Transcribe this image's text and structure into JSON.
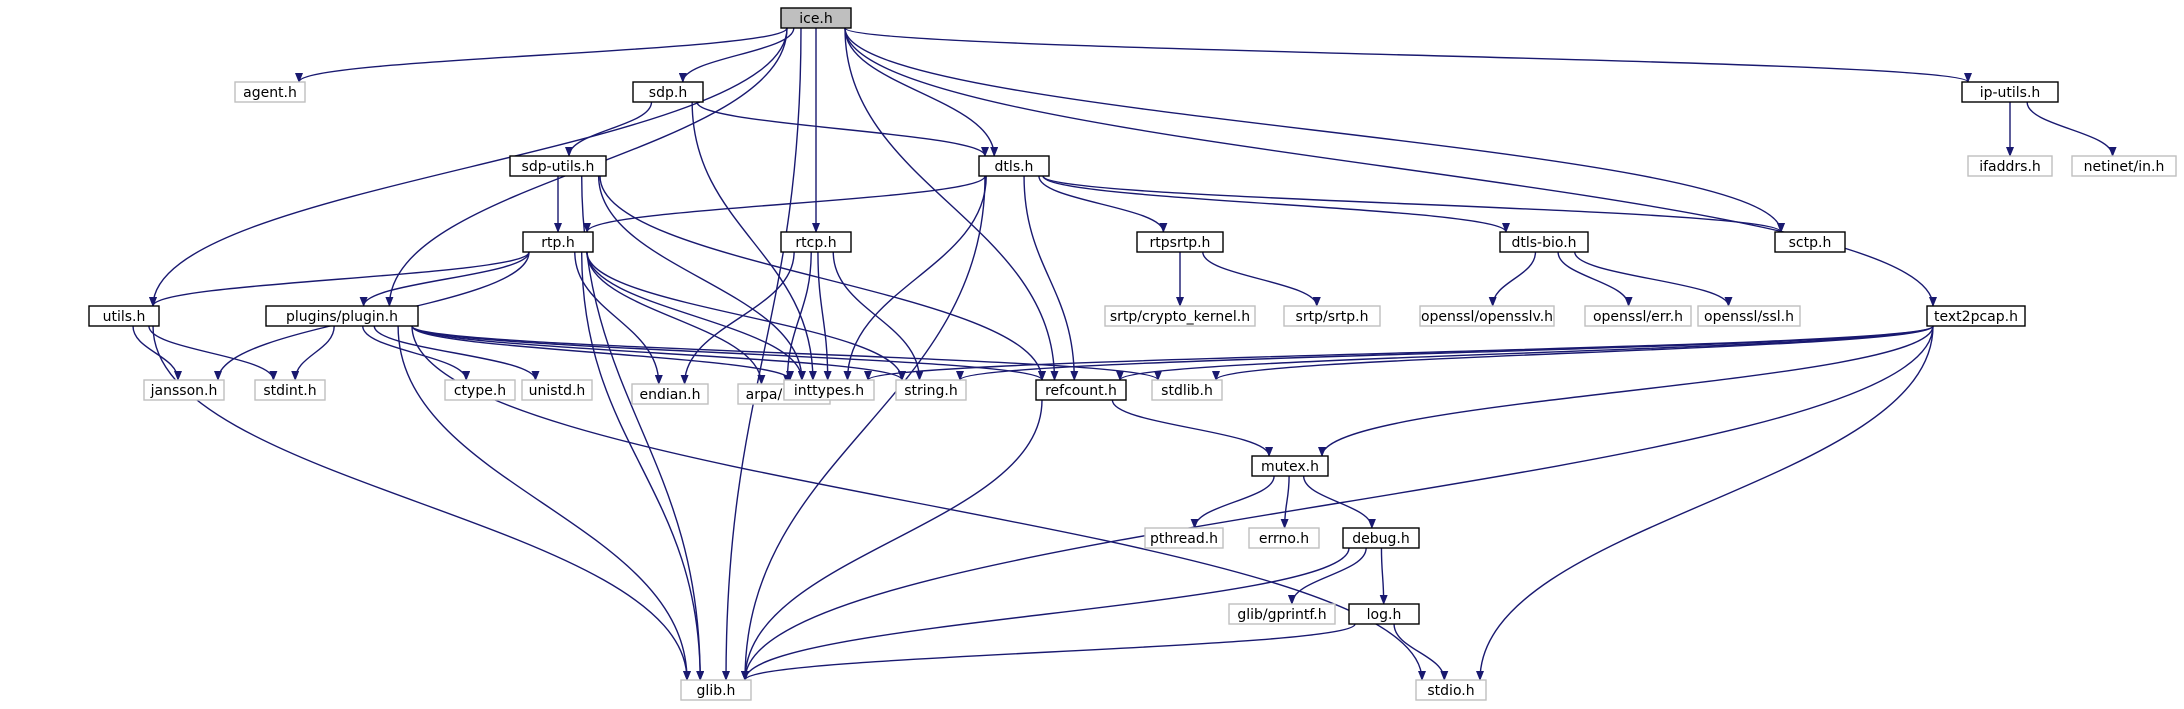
{
  "graph": {
    "colors": {
      "edge": "#191970",
      "root_fill": "#bfbfbf",
      "documented_border": "#000000",
      "undocumented_border": "#bfbfbf",
      "background": "#ffffff"
    },
    "nodes": [
      {
        "id": "ice",
        "label": "ice.h",
        "style": "root"
      },
      {
        "id": "agent",
        "label": "agent.h",
        "style": "undocumented"
      },
      {
        "id": "sdp",
        "label": "sdp.h",
        "style": "documented"
      },
      {
        "id": "ip-utils",
        "label": "ip-utils.h",
        "style": "documented"
      },
      {
        "id": "ifaddrs",
        "label": "ifaddrs.h",
        "style": "undocumented"
      },
      {
        "id": "netinet-in",
        "label": "netinet/in.h",
        "style": "undocumented"
      },
      {
        "id": "sdp-utils",
        "label": "sdp-utils.h",
        "style": "documented"
      },
      {
        "id": "dtls",
        "label": "dtls.h",
        "style": "documented"
      },
      {
        "id": "rtp",
        "label": "rtp.h",
        "style": "documented"
      },
      {
        "id": "rtcp",
        "label": "rtcp.h",
        "style": "documented"
      },
      {
        "id": "rtpsrtp",
        "label": "rtpsrtp.h",
        "style": "documented"
      },
      {
        "id": "dtls-bio",
        "label": "dtls-bio.h",
        "style": "documented"
      },
      {
        "id": "sctp",
        "label": "sctp.h",
        "style": "documented"
      },
      {
        "id": "utils",
        "label": "utils.h",
        "style": "documented"
      },
      {
        "id": "plugin",
        "label": "plugins/plugin.h",
        "style": "documented"
      },
      {
        "id": "srtp-crypto",
        "label": "srtp/crypto_kernel.h",
        "style": "undocumented"
      },
      {
        "id": "srtp-srtp",
        "label": "srtp/srtp.h",
        "style": "undocumented"
      },
      {
        "id": "opensslv",
        "label": "openssl/opensslv.h",
        "style": "undocumented"
      },
      {
        "id": "openssl-err",
        "label": "openssl/err.h",
        "style": "undocumented"
      },
      {
        "id": "openssl-ssl",
        "label": "openssl/ssl.h",
        "style": "undocumented"
      },
      {
        "id": "text2pcap",
        "label": "text2pcap.h",
        "style": "documented"
      },
      {
        "id": "endian",
        "label": "endian.h",
        "style": "undocumented"
      },
      {
        "id": "arpa-inet",
        "label": "arpa/inet.h",
        "style": "undocumented"
      },
      {
        "id": "jansson",
        "label": "jansson.h",
        "style": "undocumented"
      },
      {
        "id": "stdint",
        "label": "stdint.h",
        "style": "undocumented"
      },
      {
        "id": "ctype",
        "label": "ctype.h",
        "style": "undocumented"
      },
      {
        "id": "unistd",
        "label": "unistd.h",
        "style": "undocumented"
      },
      {
        "id": "inttypes",
        "label": "inttypes.h",
        "style": "undocumented"
      },
      {
        "id": "string",
        "label": "string.h",
        "style": "undocumented"
      },
      {
        "id": "refcount",
        "label": "refcount.h",
        "style": "documented"
      },
      {
        "id": "stdlib",
        "label": "stdlib.h",
        "style": "undocumented"
      },
      {
        "id": "mutex",
        "label": "mutex.h",
        "style": "documented"
      },
      {
        "id": "pthread",
        "label": "pthread.h",
        "style": "undocumented"
      },
      {
        "id": "errno",
        "label": "errno.h",
        "style": "undocumented"
      },
      {
        "id": "debug",
        "label": "debug.h",
        "style": "documented"
      },
      {
        "id": "gprintf",
        "label": "glib/gprintf.h",
        "style": "undocumented"
      },
      {
        "id": "log",
        "label": "log.h",
        "style": "documented"
      },
      {
        "id": "glib",
        "label": "glib.h",
        "style": "undocumented"
      },
      {
        "id": "stdio",
        "label": "stdio.h",
        "style": "undocumented"
      }
    ],
    "edges": [
      [
        "ice",
        "agent"
      ],
      [
        "ice",
        "sdp"
      ],
      [
        "ice",
        "ip-utils"
      ],
      [
        "ice",
        "dtls"
      ],
      [
        "ice",
        "rtcp"
      ],
      [
        "ice",
        "sctp"
      ],
      [
        "ice",
        "utils"
      ],
      [
        "ice",
        "plugin"
      ],
      [
        "ice",
        "text2pcap"
      ],
      [
        "ice",
        "refcount"
      ],
      [
        "ice",
        "glib"
      ],
      [
        "ip-utils",
        "ifaddrs"
      ],
      [
        "ip-utils",
        "netinet-in"
      ],
      [
        "sdp",
        "sdp-utils"
      ],
      [
        "sdp",
        "dtls"
      ],
      [
        "sdp",
        "inttypes"
      ],
      [
        "sdp-utils",
        "rtp"
      ],
      [
        "sdp-utils",
        "refcount"
      ],
      [
        "sdp-utils",
        "glib"
      ],
      [
        "sdp-utils",
        "inttypes"
      ],
      [
        "dtls",
        "rtp"
      ],
      [
        "dtls",
        "rtpsrtp"
      ],
      [
        "dtls",
        "dtls-bio"
      ],
      [
        "dtls",
        "sctp"
      ],
      [
        "dtls",
        "inttypes"
      ],
      [
        "dtls",
        "glib"
      ],
      [
        "dtls",
        "refcount"
      ],
      [
        "rtpsrtp",
        "srtp-crypto"
      ],
      [
        "rtpsrtp",
        "srtp-srtp"
      ],
      [
        "dtls-bio",
        "opensslv"
      ],
      [
        "dtls-bio",
        "openssl-err"
      ],
      [
        "dtls-bio",
        "openssl-ssl"
      ],
      [
        "rtp",
        "utils"
      ],
      [
        "rtp",
        "plugin"
      ],
      [
        "rtp",
        "endian"
      ],
      [
        "rtp",
        "arpa-inet"
      ],
      [
        "rtp",
        "jansson"
      ],
      [
        "rtp",
        "inttypes"
      ],
      [
        "rtp",
        "string"
      ],
      [
        "rtp",
        "glib"
      ],
      [
        "rtcp",
        "endian"
      ],
      [
        "rtcp",
        "arpa-inet"
      ],
      [
        "rtcp",
        "inttypes"
      ],
      [
        "rtcp",
        "string"
      ],
      [
        "utils",
        "jansson"
      ],
      [
        "utils",
        "stdint"
      ],
      [
        "utils",
        "glib"
      ],
      [
        "plugin",
        "stdint"
      ],
      [
        "plugin",
        "ctype"
      ],
      [
        "plugin",
        "unistd"
      ],
      [
        "plugin",
        "inttypes"
      ],
      [
        "plugin",
        "string"
      ],
      [
        "plugin",
        "refcount"
      ],
      [
        "plugin",
        "stdlib"
      ],
      [
        "plugin",
        "stdio"
      ],
      [
        "plugin",
        "glib"
      ],
      [
        "text2pcap",
        "inttypes"
      ],
      [
        "text2pcap",
        "string"
      ],
      [
        "text2pcap",
        "refcount"
      ],
      [
        "text2pcap",
        "stdlib"
      ],
      [
        "text2pcap",
        "mutex"
      ],
      [
        "text2pcap",
        "stdio"
      ],
      [
        "text2pcap",
        "glib"
      ],
      [
        "refcount",
        "mutex"
      ],
      [
        "refcount",
        "glib"
      ],
      [
        "mutex",
        "pthread"
      ],
      [
        "mutex",
        "errno"
      ],
      [
        "mutex",
        "debug"
      ],
      [
        "debug",
        "gprintf"
      ],
      [
        "debug",
        "log"
      ],
      [
        "debug",
        "glib"
      ],
      [
        "log",
        "stdio"
      ],
      [
        "log",
        "glib"
      ]
    ]
  }
}
